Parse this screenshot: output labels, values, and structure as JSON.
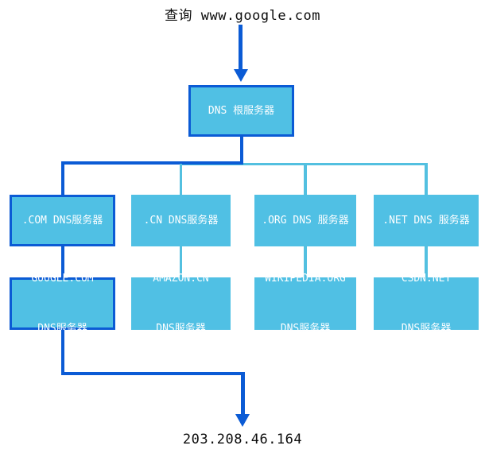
{
  "query": {
    "label": "查询 www.google.com",
    "result_ip": "203.208.46.164"
  },
  "root_server": {
    "label": "DNS 根服务器"
  },
  "tld_servers": [
    {
      "label": ".COM DNS服务器",
      "highlighted": true
    },
    {
      "label": ".CN DNS服务器",
      "highlighted": false
    },
    {
      "label": ".ORG DNS 服务器",
      "highlighted": false
    },
    {
      "label": ".NET DNS 服务器",
      "highlighted": false
    }
  ],
  "authoritative_servers": [
    {
      "line1": "GOOGLE.COM",
      "line2": "DNS服务器",
      "highlighted": true
    },
    {
      "line1": "AMAZON.CN",
      "line2": "DNS服务器",
      "highlighted": false
    },
    {
      "line1": "WIKIPEDIA.ORG",
      "line2": "DNS服务器",
      "highlighted": false
    },
    {
      "line1": "CSDN.NET",
      "line2": "DNS服务器",
      "highlighted": false
    }
  ],
  "colors": {
    "highlight_path": "#0b5bd5",
    "branch_line": "#53c0e0",
    "node_fill": "#50c0e4",
    "node_text": "#fdfeff",
    "caption_text": "#0d0d0d"
  }
}
